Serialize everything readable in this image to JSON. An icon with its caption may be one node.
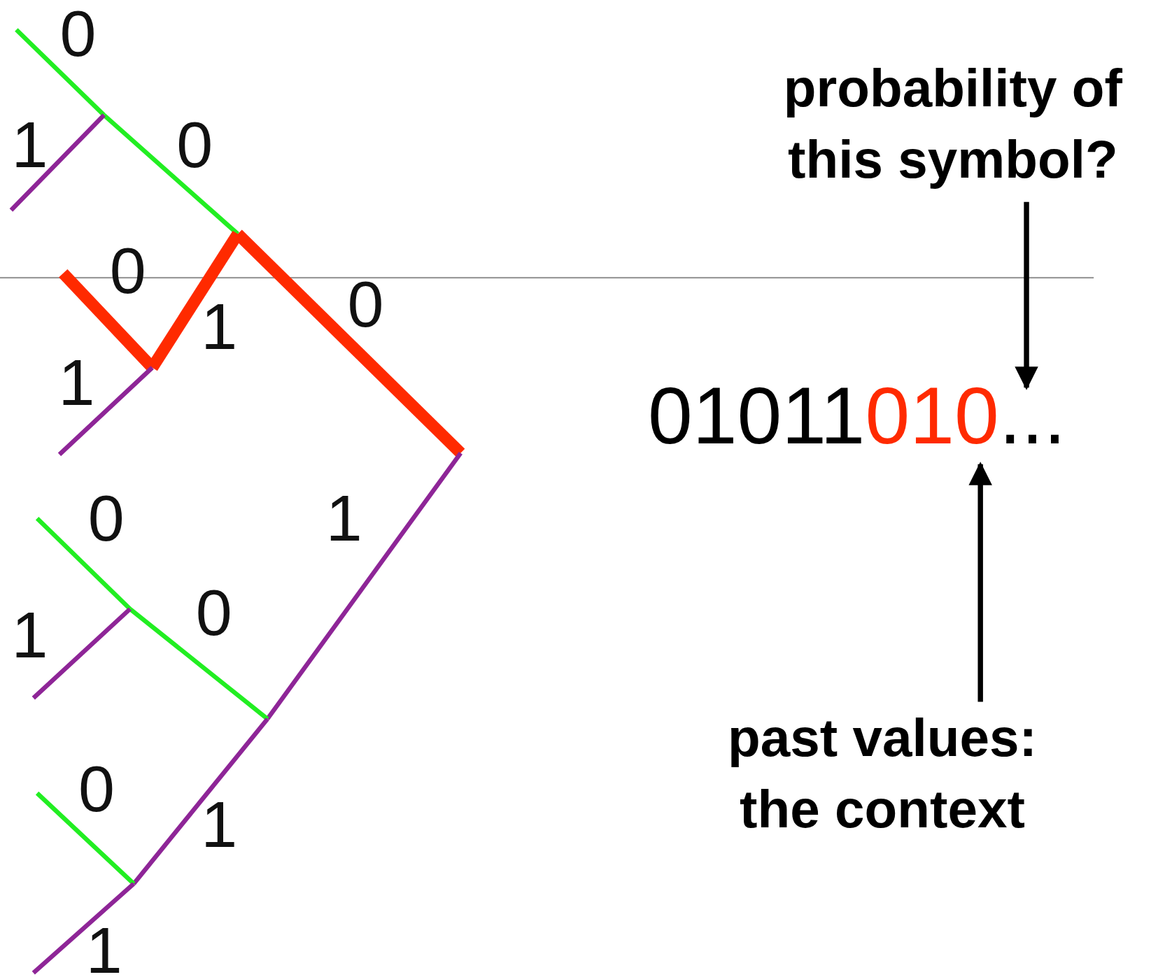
{
  "diagram": {
    "nodes": [
      {
        "text": [
          "probability of this symbol?"
        ]
      },
      {
        "text": [
          "01011"
        ]
      },
      {
        "text": [
          "010"
        ]
      },
      {
        "text": [
          "..."
        ]
      },
      {
        "text": [
          "past values: the context"
        ]
      }
    ],
    "edges": [
      {
        "from": 0,
        "to": 3,
        "arrow": "to"
      },
      {
        "from": 4,
        "to": 2,
        "arrow": "to"
      }
    ],
    "labels": [
      "0",
      "1",
      "0",
      "0",
      "0",
      "1",
      "1",
      "0",
      "1",
      "0",
      "1",
      "0",
      "1",
      "1"
    ]
  }
}
